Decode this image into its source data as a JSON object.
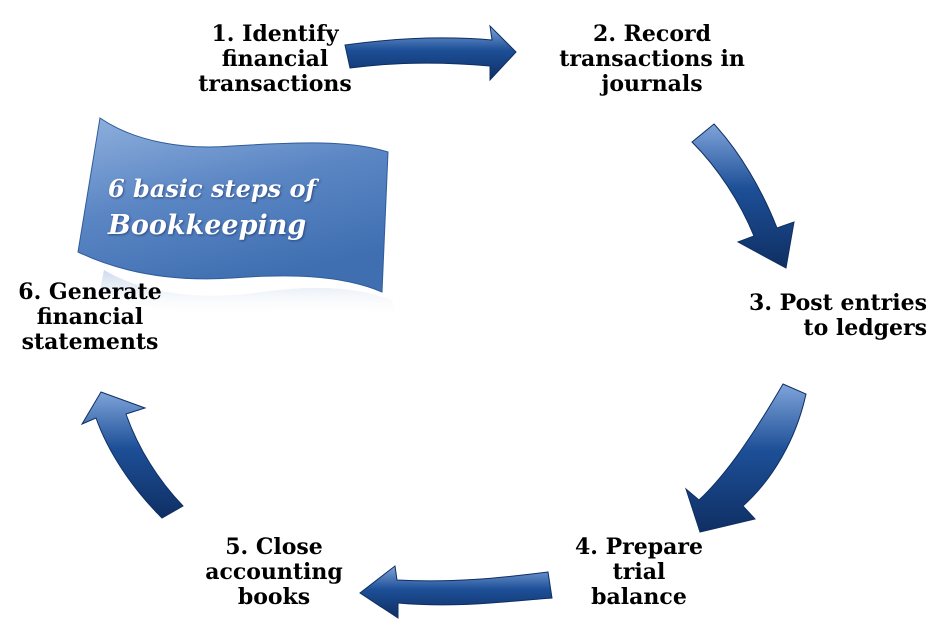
{
  "banner": {
    "line1": "6 basic steps of",
    "line2": "Bookkeeping"
  },
  "steps": [
    {
      "lines": [
        "1. Identify",
        "financial",
        "transactions"
      ]
    },
    {
      "lines": [
        "2. Record",
        "transactions in",
        "journals"
      ]
    },
    {
      "lines": [
        "3. Post entries",
        "to ledgers"
      ]
    },
    {
      "lines": [
        "4. Prepare",
        "trial",
        "balance"
      ]
    },
    {
      "lines": [
        "5. Close",
        "accounting",
        "books"
      ]
    },
    {
      "lines": [
        "6. Generate",
        "financial",
        "statements"
      ]
    }
  ],
  "colors": {
    "arrow_dark": "#0f2f63",
    "arrow_mid": "#1d4f97",
    "arrow_light": "#7fa4da",
    "banner_top": "#8fb0dd",
    "banner_bottom": "#3f6fb1"
  }
}
